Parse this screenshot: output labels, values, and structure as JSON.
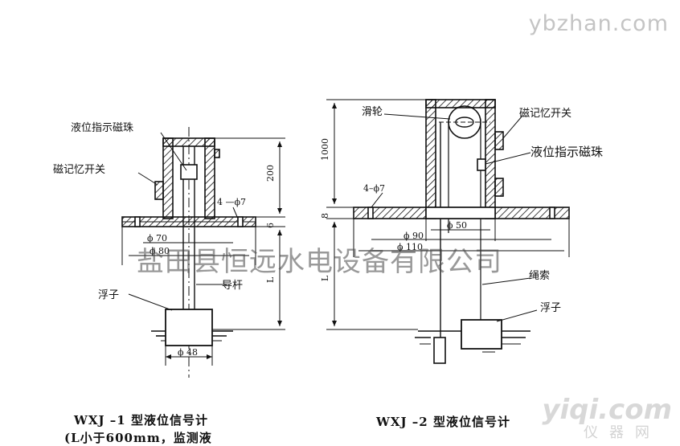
{
  "watermarks": {
    "top_right": "ybzhan.com",
    "center": "盐田县恒远水电设备有限公司",
    "bottom_right": "yiqi.com",
    "bottom_right_sub": "仪器网"
  },
  "left_diagram": {
    "labels": {
      "indicator_bead": "液位指示磁珠",
      "memory_switch": "磁记忆开关",
      "guide_rod": "导杆",
      "float": "浮子"
    },
    "dimensions": {
      "height_200": "200",
      "flange_6": "6",
      "holes": "4 —ϕ7",
      "phi70": "ϕ 70",
      "phi80": "ϕ 80",
      "L": "L",
      "phi48": "ϕ 48"
    },
    "caption_line1": "WXJ –1 型液位信号计",
    "caption_line2": "(L小于600mm，监测液"
  },
  "right_diagram": {
    "labels": {
      "pulley": "滑轮",
      "memory_switch": "磁记忆开关",
      "indicator_bead": "液位指示磁珠",
      "rope": "绳索",
      "float": "浮子"
    },
    "dimensions": {
      "height_1000": "1000",
      "flange_8": "8",
      "holes": "4–ϕ7",
      "phi90": "ϕ 90",
      "phi110": "ϕ 110",
      "phi50": "ϕ 50",
      "L": "L"
    },
    "caption": "WXJ –2 型液位信号计"
  }
}
